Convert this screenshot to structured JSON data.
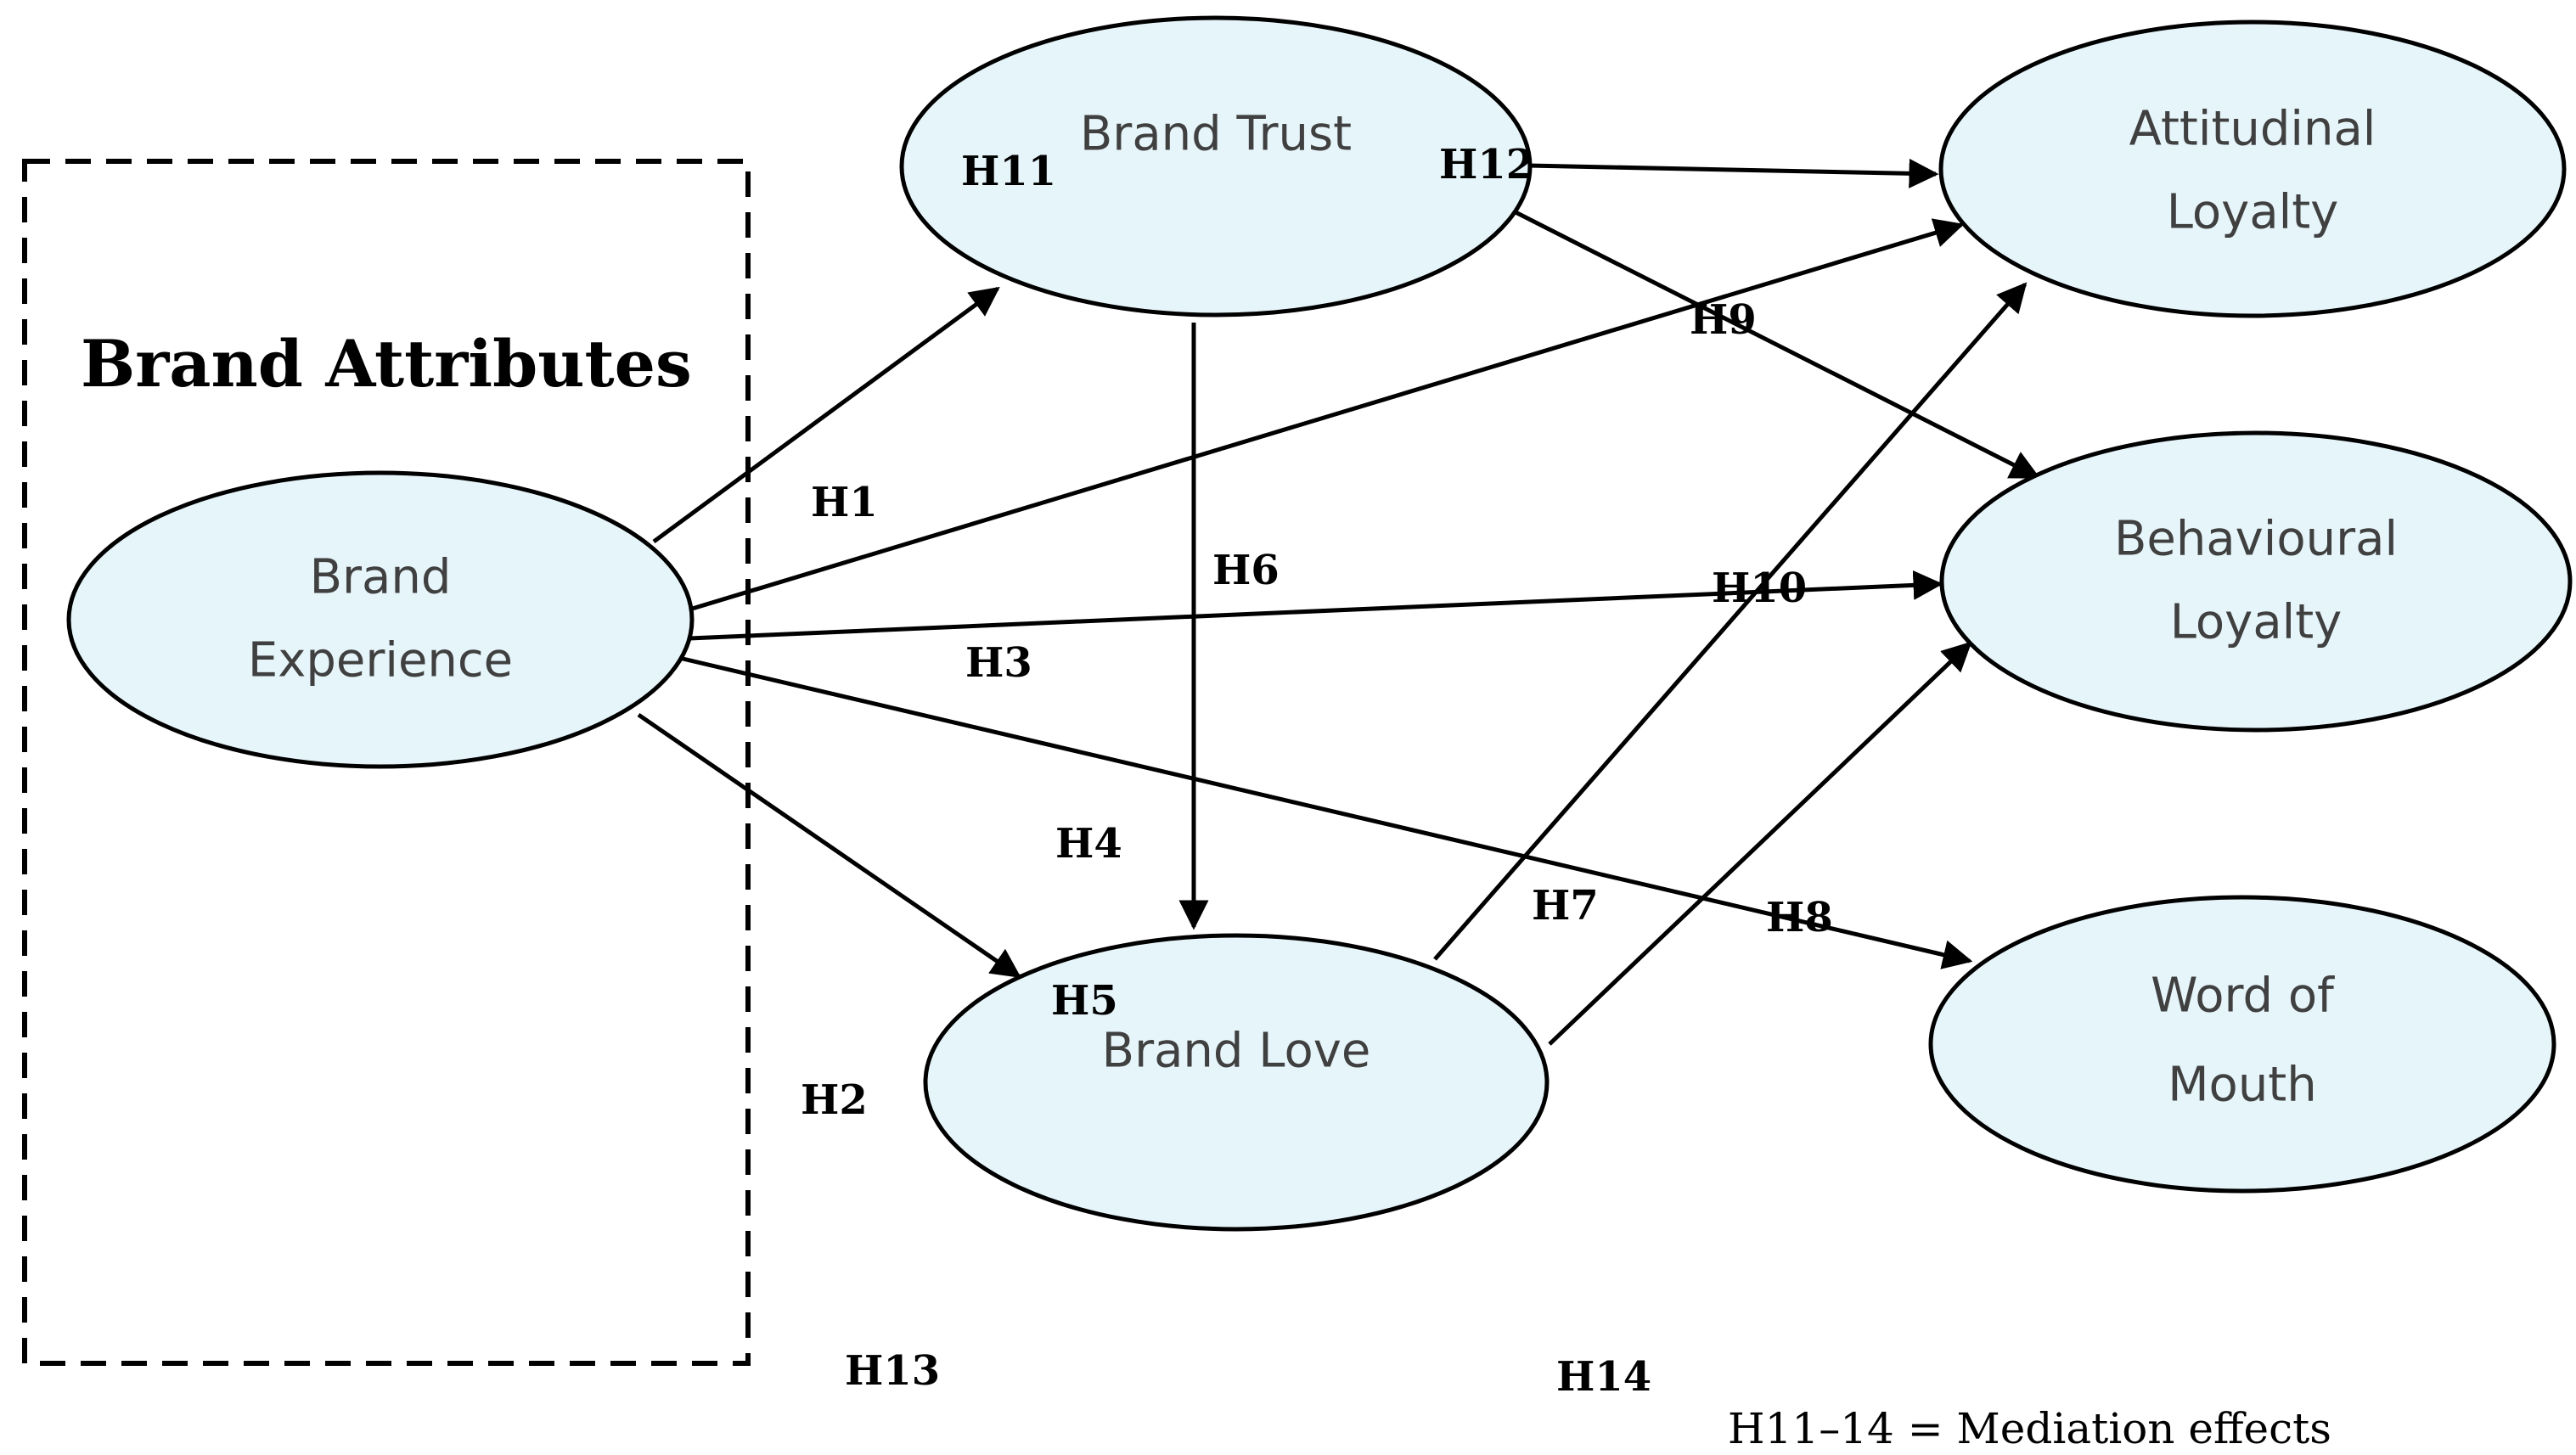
{
  "group": {
    "title": "Brand Attributes"
  },
  "nodes": {
    "brand_experience": [
      "Brand",
      "Experience"
    ],
    "brand_trust": [
      "Brand Trust"
    ],
    "brand_love": [
      "Brand Love"
    ],
    "attitudinal_loyalty": [
      "Attitudinal",
      "Loyalty"
    ],
    "behavioural_loyalty": [
      "Behavioural",
      "Loyalty"
    ],
    "word_of_mouth": [
      "Word of",
      "Mouth"
    ]
  },
  "hypotheses": {
    "h1": "H1",
    "h2": "H2",
    "h3": "H3",
    "h4": "H4",
    "h5": "H5",
    "h6": "H6",
    "h7": "H7",
    "h8": "H8",
    "h9": "H9",
    "h10": "H10",
    "h11": "H11",
    "h12": "H12",
    "h13": "H13",
    "h14": "H14"
  },
  "footnote": "H11–14 = Mediation effects",
  "colors": {
    "node_fill": "#e6f5fa",
    "node_text": "#404040",
    "line": "#000000"
  }
}
